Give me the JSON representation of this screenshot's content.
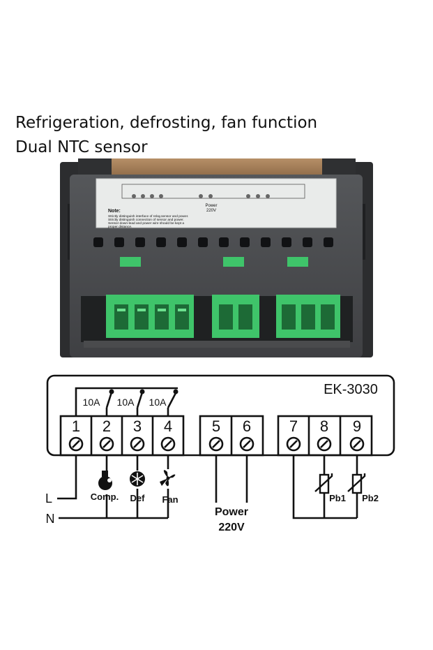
{
  "headline": {
    "line1": "Refrigeration, defrosting, fan function",
    "line2": "Dual NTC sensor"
  },
  "device": {
    "model": "EK-3030",
    "terminal_numbers": [
      "1",
      "2",
      "3",
      "4",
      "5",
      "6",
      "7",
      "8",
      "9"
    ],
    "relay_ratings": [
      "10A",
      "10A",
      "10A"
    ],
    "loads": [
      "Comp.",
      "Def",
      "Fan"
    ],
    "supply_labels": [
      "L",
      "N"
    ],
    "power_label": "Power",
    "power_voltage": "220V",
    "sensors": [
      "Pb1",
      "Pb2"
    ],
    "sticker": {
      "power": "Power",
      "voltage": "220V",
      "note_title": "Note:",
      "note_lines": [
        "Strictly distinguish interface of relay,sensor and power.",
        "Strictly distinguish connection of sensor and power.",
        "Sensor down-lead and power wire should be kept a",
        "proper distance."
      ]
    }
  },
  "colors": {
    "terminal_green": "#3fc46a",
    "housing": "#4a4b4d",
    "label_sticker": "#e9ebea",
    "top_band": "#a07c57"
  }
}
